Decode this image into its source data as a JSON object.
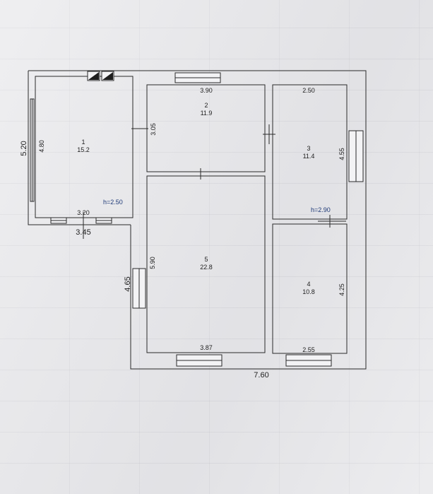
{
  "plan": {
    "overall": {
      "width_bottom": "7.60",
      "height_left_annex": "5.20",
      "height_left_main": "4.65",
      "width_annex_bottom": "3.45"
    },
    "rooms": [
      {
        "number": "1",
        "area": "15.2",
        "dim_width": "3.20",
        "dim_height": "4.80",
        "ceiling": "h=2.50"
      },
      {
        "number": "2",
        "area": "11.9",
        "dim_width": "3.90",
        "dim_height": "3.05"
      },
      {
        "number": "3",
        "area": "11.4",
        "dim_width": "2.50",
        "dim_height": "4.55",
        "ceiling": "h=2.90"
      },
      {
        "number": "4",
        "area": "10.8",
        "dim_width": "2.55",
        "dim_height": "4.25"
      },
      {
        "number": "5",
        "area": "22.8",
        "dim_width": "3.87",
        "dim_height": "5.90"
      }
    ]
  }
}
